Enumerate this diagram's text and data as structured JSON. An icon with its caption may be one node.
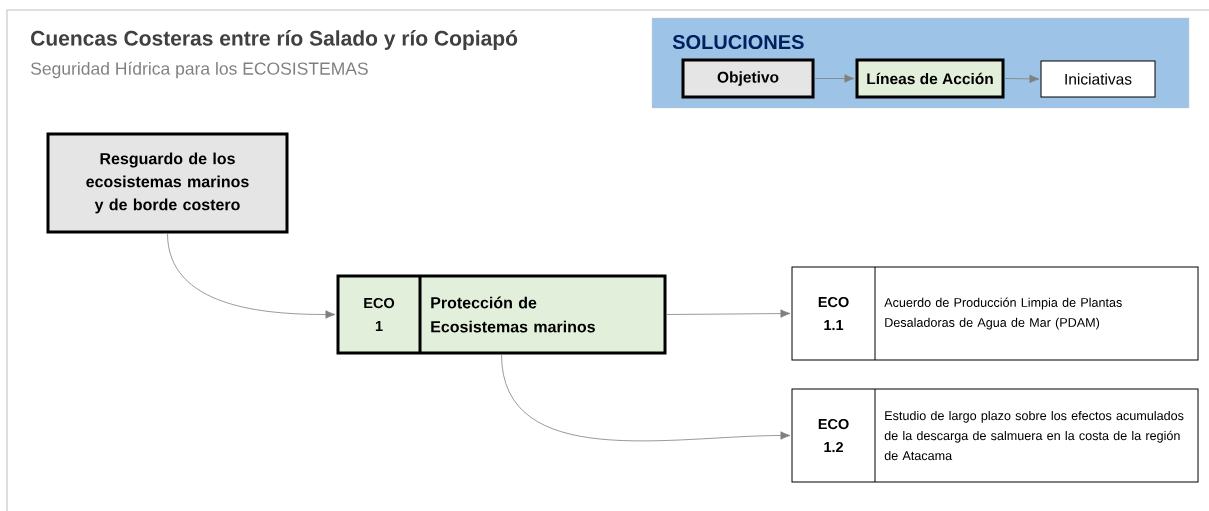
{
  "diagram": {
    "title": "Cuencas Costeras entre río Salado y río Copiapó",
    "nodes": [
      {
        "text": [
          "SOLUCIONES"
        ]
      },
      {
        "text": [
          "Objetivo"
        ],
        "in": 0
      },
      {
        "text": [
          "Líneas de Acción"
        ],
        "in": 0
      },
      {
        "text": [
          "Iniciativas"
        ],
        "in": 0
      },
      {
        "text": [
          "Resguardo de los ecosistemas marinos y de borde costero"
        ]
      },
      {
        "text": [
          "ECO 1",
          "Protección de Ecosistemas marinos"
        ]
      },
      {
        "text": [
          "ECO 1.1",
          "Acuerdo de Producción Limpia de Plantas Desaladoras de Agua de Mar (PDAM)"
        ]
      },
      {
        "text": [
          "ECO 1.2",
          "Estudio de largo plazo sobre los efectos acumulados de la descarga de salmuera en la costa de la región de Atacama"
        ]
      }
    ],
    "edges": [
      {
        "from": 1,
        "to": 2,
        "arrow": "to"
      },
      {
        "from": 2,
        "to": 3,
        "arrow": "to"
      },
      {
        "from": 4,
        "to": 5,
        "arrow": "to"
      },
      {
        "from": 5,
        "to": 6,
        "arrow": "to"
      },
      {
        "from": 5,
        "to": 7,
        "arrow": "to"
      }
    ],
    "labels": [
      "Seguridad Hídrica para los ECOSISTEMAS"
    ]
  }
}
